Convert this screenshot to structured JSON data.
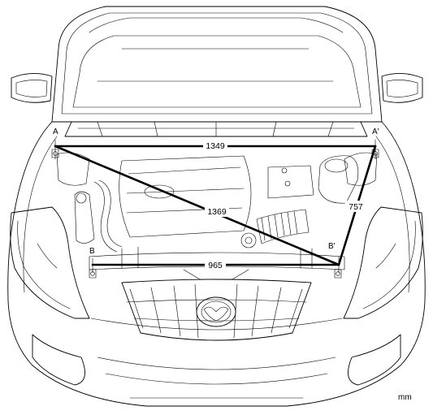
{
  "points": {
    "a": "A",
    "a_prime": "A'",
    "b": "B",
    "b_prime": "B'"
  },
  "dimensions": {
    "a_to_a_prime": "1349",
    "a_to_b_prime": "1369",
    "a_prime_to_b_prime": "757",
    "b_to_b_prime": "965"
  },
  "unit": "mm"
}
